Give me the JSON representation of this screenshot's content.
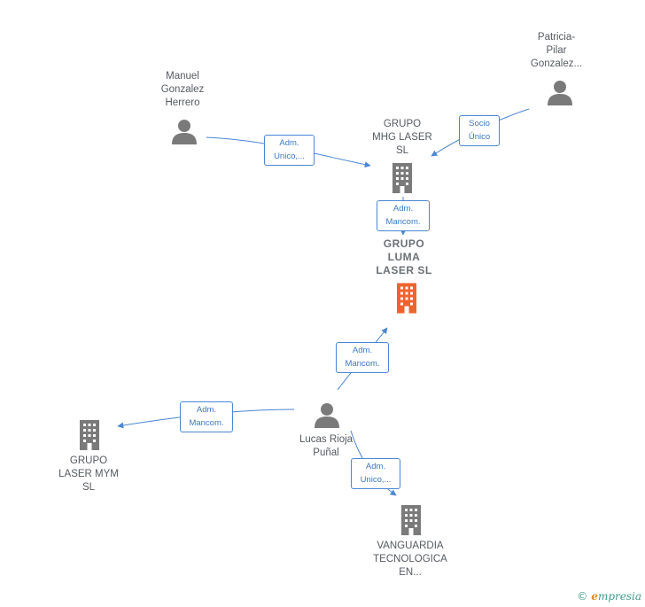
{
  "nodes": {
    "manuel": {
      "label": "Manuel\nGonzalez\nHerrero"
    },
    "patricia": {
      "label": "Patricia-\nPilar\nGonzalez..."
    },
    "mhg": {
      "label": "GRUPO\nMHG LASER\nSL"
    },
    "luma": {
      "label": "GRUPO\nLUMA\nLASER  SL"
    },
    "lucas": {
      "label": "Lucas Rioja\nPuñal"
    },
    "mym": {
      "label": "GRUPO\nLASER MYM\nSL"
    },
    "vanguardia": {
      "label": "VANGUARDIA\nTECNOLOGICA\nEN..."
    }
  },
  "edges": {
    "manuel_mhg": "Adm.\nUnico,...",
    "patricia_mhg": "Socio\nÚnico",
    "mhg_luma": "Adm.\nMancom.",
    "lucas_luma": "Adm.\nMancom.",
    "lucas_mym": "Adm.\nMancom.",
    "lucas_vanguardia": "Adm.\nUnico,..."
  },
  "colors": {
    "edge": "#4a86d4",
    "icon": "#7a7a7a",
    "highlight": "#f0622e"
  },
  "brand": {
    "copyright": "©",
    "first_letter": "e",
    "rest": "mpresia"
  }
}
